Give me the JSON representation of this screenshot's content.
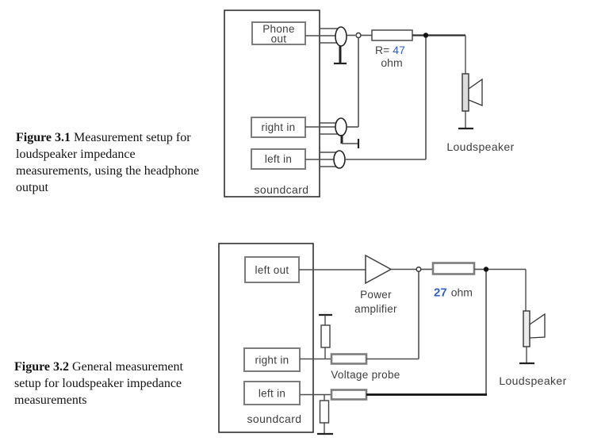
{
  "colors": {
    "accent_value": "#2e5fc4",
    "wire": "#4f4f4f",
    "diagram_text": "#3d3d3d"
  },
  "figure1": {
    "caption_bold": "Figure 3.1",
    "caption_rest": "Measurement setup for loudspeaker impedance measurements, using the headphone output",
    "soundcard": {
      "title": "soundcard",
      "port_phone_out_line1": "Phone",
      "port_phone_out_line2": "out",
      "port_right_in": "right in",
      "port_left_in": "left in"
    },
    "resistor_prefix": "R=",
    "resistor_value": "47",
    "resistor_unit": "ohm",
    "loudspeaker_label": "Loudspeaker"
  },
  "figure2": {
    "caption_bold": "Figure 3.2",
    "caption_rest": "General measurement setup for loudspeaker impedance measurements",
    "soundcard": {
      "title": "soundcard",
      "port_left_out": "left out",
      "port_right_in": "right in",
      "port_left_in": "left in"
    },
    "amplifier_line1": "Power",
    "amplifier_line2": "amplifier",
    "resistor_value": "27",
    "resistor_unit": "ohm",
    "voltage_probe_label": "Voltage probe",
    "loudspeaker_label": "Loudspeaker"
  }
}
